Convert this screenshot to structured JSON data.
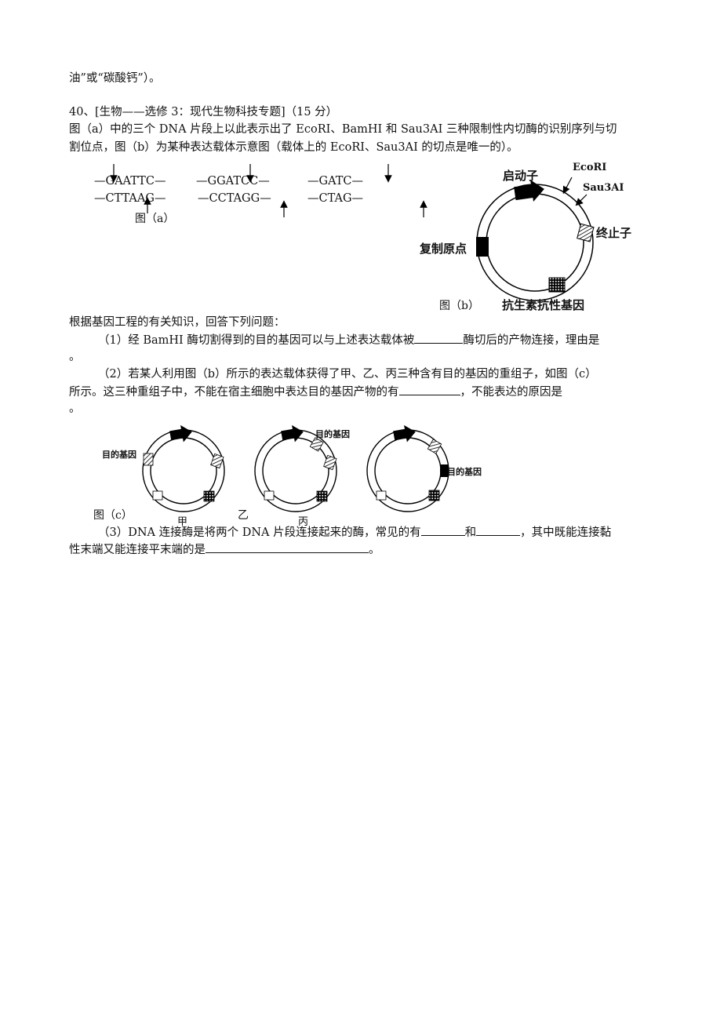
{
  "lines": {
    "l0": "油”或“碳酸钙”）。",
    "title": "40、[生物——选修 3：现代生物科技专题]（15 分）",
    "intro1": "图（a）中的三个 DNA 片段上以此表示出了 EcoRI、BamHI 和 Sau3AI 三种限制性内切酶的识别序列与切",
    "intro2": "割位点，图（b）为某种表达载体示意图（载体上的 EcoRI、Sau3AI 的切点是唯一的）。",
    "ask": "根据基因工程的有关知识，回答下列问题：",
    "q1a": "（1）经 BamHI 酶切割得到的目的基因可以与上述表达载体被",
    "q1b": "酶切后的产物连接，理由是",
    "q1end": "。",
    "q2a": "（2）若某人利用图（b）所示的表达载体获得了甲、乙、丙三种含有目的基因的重组子，如图（c）",
    "q2b": "所示。这三种重组子中，不能在宿主细胞中表达目的基因产物的有",
    "q2c": "，不能表达的原因是",
    "q2end": "。",
    "q3a": "（3）DNA 连接酶是将两个 DNA 片段连接起来的酶，常见的有",
    "q3b": "和",
    "q3c": "，其中既能连接黏",
    "q3d": "性末端又能连接平末端的是",
    "q3end": "。"
  },
  "fig_a": {
    "seq1_top": "—GAATTC—",
    "seq1_bottom": "—CTTAAG—",
    "seq2_top": "—GGATCC—",
    "seq2_bottom": "—CCTAGG—",
    "seq3_top": "—GATC—",
    "seq3_bottom": "—CTAG—",
    "caption": "图（a）"
  },
  "fig_b": {
    "promoter": "启动子",
    "ecori": "EcoRI",
    "sau3ai": "Sau3AI",
    "terminator": "终止子",
    "origin": "复制原点",
    "resistance": "抗生素抗性基因",
    "caption": "图（b）"
  },
  "fig_c": {
    "caption": "图（c）",
    "jia": "甲",
    "yi": "乙",
    "bing": "丙",
    "gene_label": "目的基因"
  }
}
